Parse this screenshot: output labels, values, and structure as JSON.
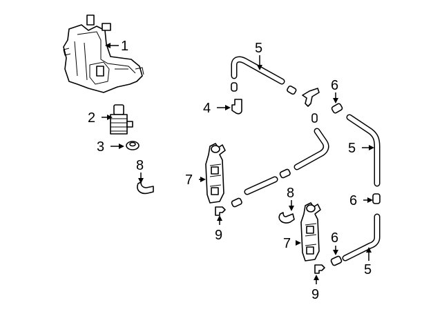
{
  "diagram": {
    "callouts": [
      "1",
      "2",
      "3",
      "8",
      "5",
      "4",
      "6",
      "5",
      "7",
      "8",
      "6",
      "7",
      "9",
      "6",
      "9",
      "5"
    ],
    "parts": {
      "reservoir": "washer-fluid-reservoir",
      "pump": "washer-pump",
      "grommet": "pump-grommet",
      "clip": "hose-clip",
      "hose": "washer-hose",
      "check_valve": "check-valve",
      "connector": "hose-connector",
      "nozzle": "headlamp-washer-nozzle",
      "elbow": "elbow-fitting"
    }
  }
}
